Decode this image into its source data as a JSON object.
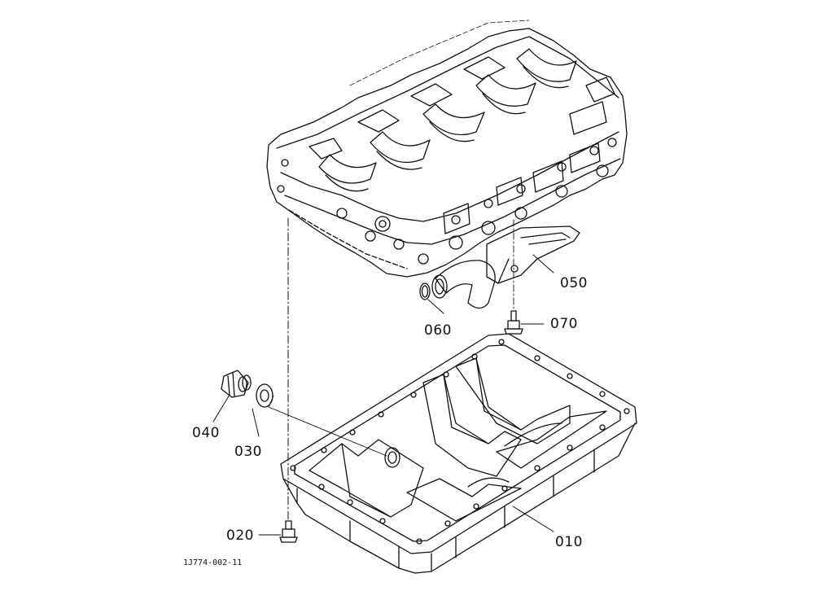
{
  "diagram": {
    "reference_code": "1J774-002-11",
    "parts": [
      {
        "id": "p010",
        "number": "010",
        "name": "oil-pan"
      },
      {
        "id": "p020",
        "number": "020",
        "name": "pan-bolt"
      },
      {
        "id": "p030",
        "number": "030",
        "name": "drain-plug-washer"
      },
      {
        "id": "p040",
        "number": "040",
        "name": "drain-plug"
      },
      {
        "id": "p050",
        "number": "050",
        "name": "oil-strainer"
      },
      {
        "id": "p060",
        "number": "060",
        "name": "o-ring"
      },
      {
        "id": "p070",
        "number": "070",
        "name": "strainer-bolt"
      }
    ]
  },
  "colors": {
    "line": "#111111",
    "background": "#ffffff"
  }
}
